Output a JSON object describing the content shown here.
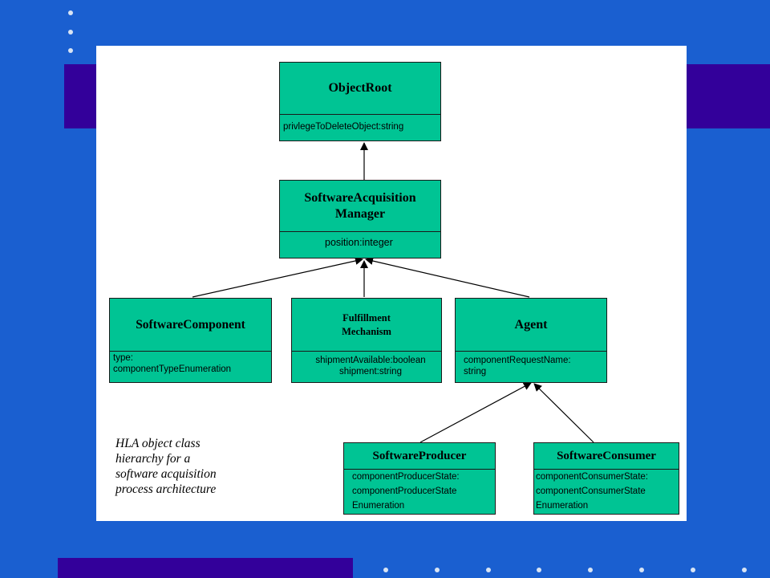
{
  "theme": {
    "background": "#1a5fd0",
    "band": "#33009a",
    "box_fill": "#00c494",
    "dot": "#d8e4f4"
  },
  "diagram": {
    "caption": "HLA object class\nhierarchy for a\nsoftware acquisition\nprocess architecture",
    "classes": {
      "object_root": {
        "name": "ObjectRoot",
        "attr": "privlegeToDeleteObject:string"
      },
      "manager": {
        "name": "SoftwareAcquisition\nManager",
        "attr": "position:integer"
      },
      "component": {
        "name": "SoftwareComponent",
        "attr": "type:\ncomponentTypeEnumeration"
      },
      "fulfillment": {
        "name": "Fulfillment\nMechanism",
        "attr": "shipmentAvailable:boolean\nshipment:string"
      },
      "agent": {
        "name": "Agent",
        "attr": "componentRequestName:\nstring"
      },
      "producer": {
        "name": "SoftwareProducer",
        "attr": "componentProducerState:\ncomponentProducerState\nEnumeration"
      },
      "consumer": {
        "name": "SoftwareConsumer",
        "attr": "componentConsumerState:\ncomponentConsumerState\nEnumeration"
      }
    }
  }
}
